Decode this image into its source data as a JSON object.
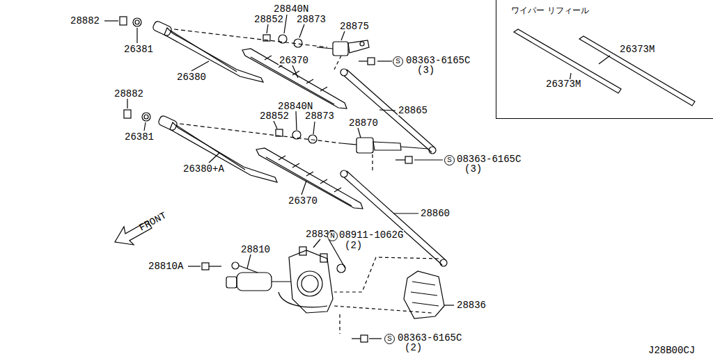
{
  "diagram": {
    "nodes": [
      {
        "text": [
          "ワイパー リフィール",
          "26373M",
          "26373M"
        ]
      }
    ],
    "labels": [
      "28882",
      "26381",
      "28852",
      "28840N",
      "28873",
      "28875",
      "S",
      "08363-6165C",
      "(3)",
      "26380",
      "26370",
      "28865",
      "28882",
      "26381",
      "28852",
      "28840N",
      "28873",
      "28870",
      "S",
      "08363-6165C",
      "(3)",
      "26380+A",
      "26370",
      "28860",
      "FRONT",
      "28835",
      "N",
      "08911-1062G",
      "(2)",
      "28810",
      "28810A",
      "28836",
      "S",
      "08363-6165C",
      "(2)",
      "J28B00CJ"
    ]
  }
}
